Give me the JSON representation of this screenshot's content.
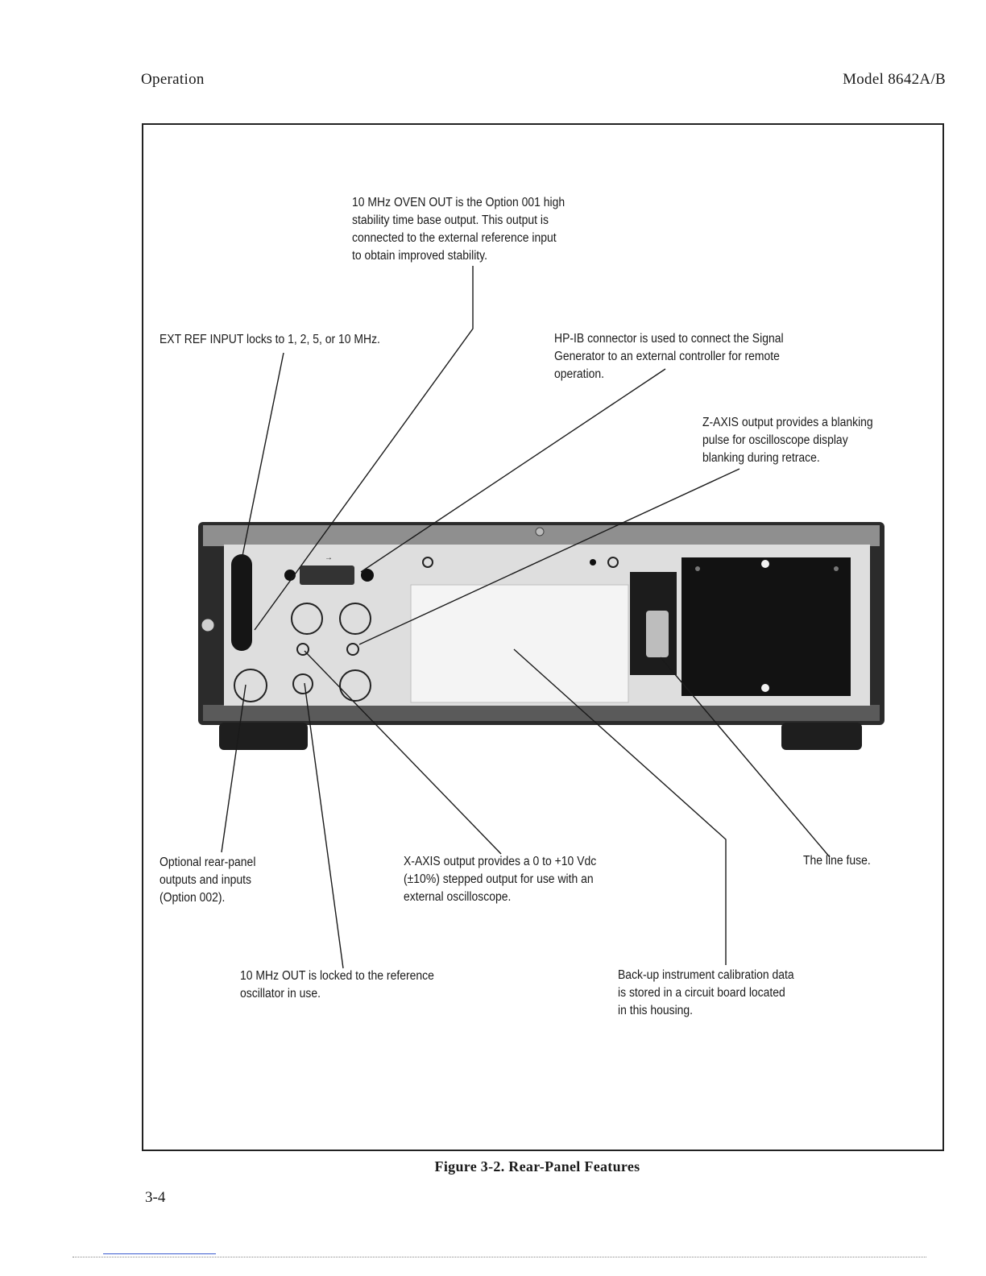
{
  "header": {
    "section": "Operation",
    "model": "Model 8642A/B"
  },
  "callouts": {
    "oven_out": [
      "10 MHz OVEN OUT is the Option 001 high",
      "stability time base output. This output is",
      "connected to the external reference input",
      "to obtain improved stability."
    ],
    "ext_ref": [
      "EXT REF INPUT locks to 1, 2, 5, or 10 MHz."
    ],
    "hpib": [
      "HP-IB connector is used to connect the Signal",
      "Generator to an external controller for remote",
      "operation."
    ],
    "zaxis": [
      "Z-AXIS output provides a blanking",
      "pulse for oscilloscope display",
      "blanking during retrace."
    ],
    "optional": [
      "Optional rear-panel",
      "outputs and inputs",
      "(Option 002)."
    ],
    "xaxis": [
      "X-AXIS output provides a 0 to +10 Vdc",
      "(±10%) stepped output for use with an",
      "external oscilloscope."
    ],
    "fuse": [
      "The line fuse."
    ],
    "ten_mhz_out": [
      "10 MHz OUT is locked to the reference",
      "oscillator in use."
    ],
    "backup": [
      "Back-up instrument calibration data",
      "is stored in a circuit board located",
      "in this housing."
    ]
  },
  "caption": "Figure 3-2. Rear-Panel Features",
  "page_number": "3-4",
  "colors": {
    "ink": "#1a1a1a",
    "panel_dark": "#2b2b2b",
    "panel_light": "#dedede"
  }
}
